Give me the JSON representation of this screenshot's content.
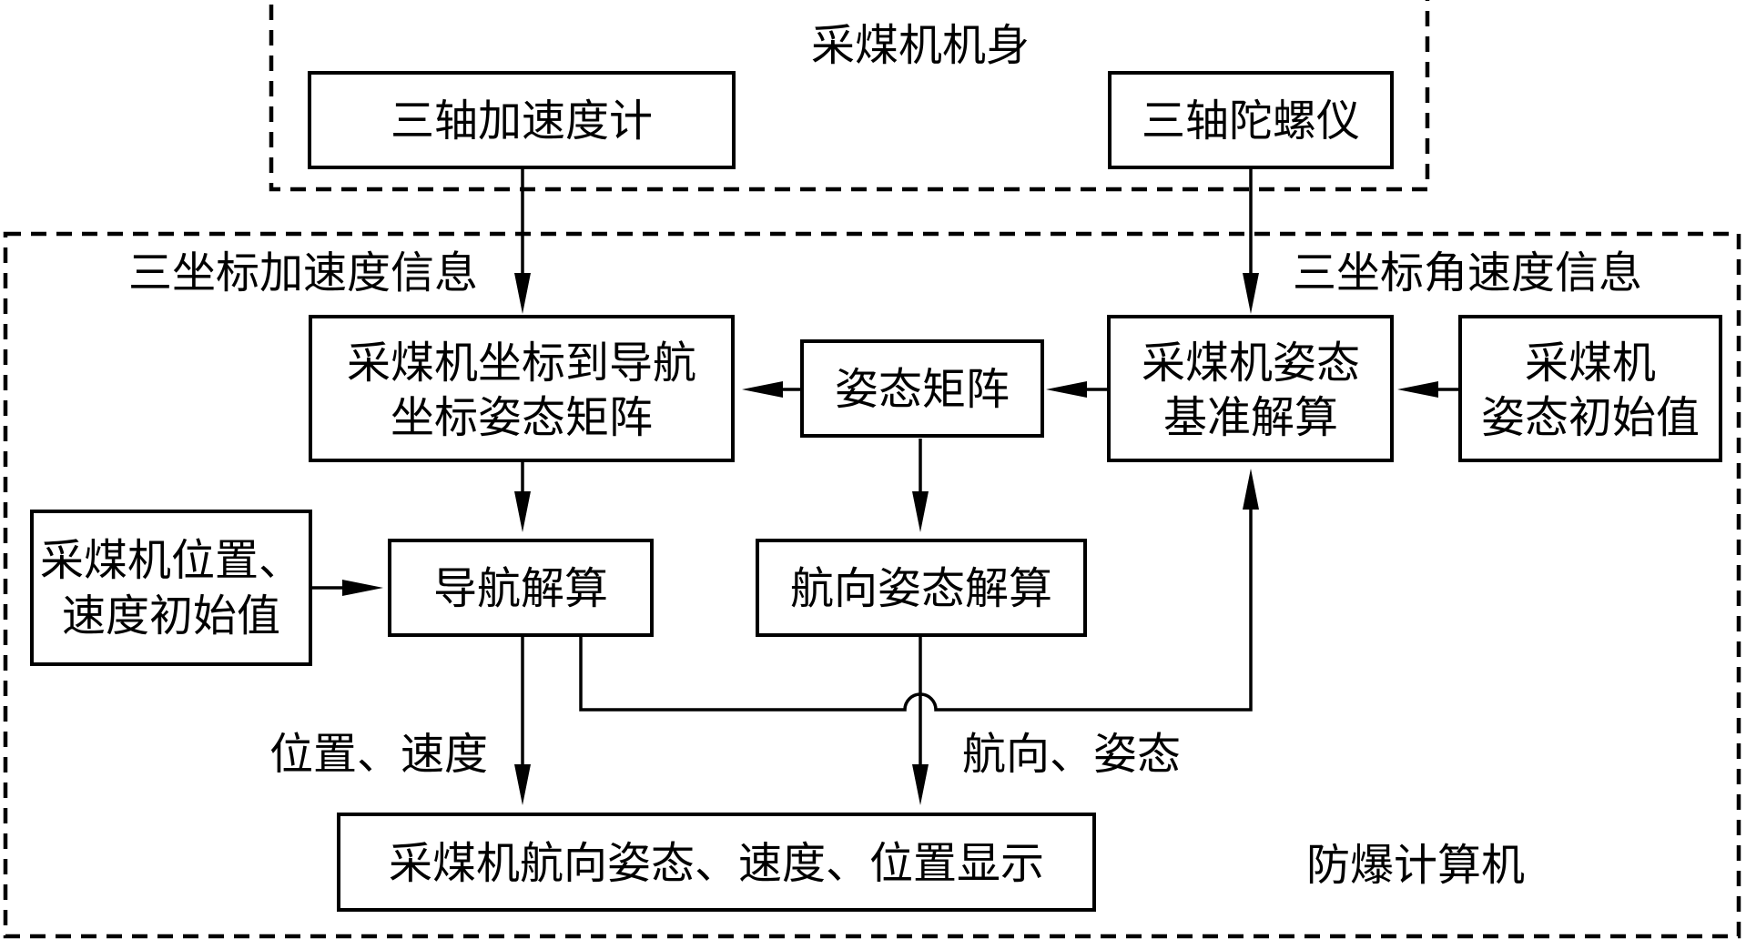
{
  "groups": {
    "shearer_body": "采煤机机身",
    "explosion_proof_computer": "防爆计算机"
  },
  "boxes": {
    "accelerometer": "三轴加速度计",
    "gyroscope": "三轴陀螺仪",
    "coord_matrix": [
      "采煤机坐标到导航",
      "坐标姿态矩阵"
    ],
    "attitude_matrix": "姿态矩阵",
    "attitude_reference": [
      "采煤机姿态",
      "基准解算"
    ],
    "initial_attitude": [
      "采煤机",
      "姿态初始值"
    ],
    "initial_position_velocity": [
      "采煤机位置、",
      "速度初始值"
    ],
    "navigation_solution": "导航解算",
    "heading_attitude_solution": "航向姿态解算",
    "display": "采煤机航向姿态、速度、位置显示"
  },
  "labels": {
    "acceleration_info": "三坐标加速度信息",
    "angular_velocity_info": "三坐标角速度信息",
    "position_velocity": "位置、速度",
    "heading_attitude": "航向、姿态"
  }
}
